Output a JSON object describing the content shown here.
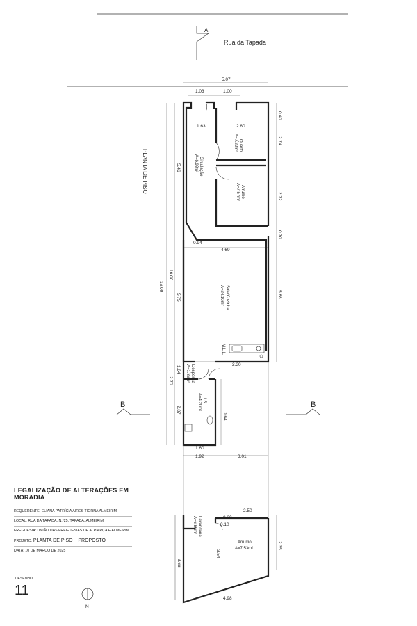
{
  "street": {
    "name": "Rua da Tapada",
    "marker": "A"
  },
  "plan_title": "PLANTA DE PISO",
  "section_marker": "B",
  "north_label": "N",
  "dimensions": {
    "total_width": "5.07",
    "top_left": "1.03",
    "top_right": "1.00",
    "right_top": "0.40",
    "quarto_width": "2.80",
    "circ_width": "1.63",
    "right_quarto": "2.74",
    "right_arrumo": "2.72",
    "right_wall": "0.70",
    "left_upper": "5.46",
    "total_length_inner": "16.00",
    "total_length_outer": "16.00",
    "sala_left": "0.94",
    "sala_width": "4.69",
    "sala_left_len": "5.75",
    "sala_right_len": "5.88",
    "bench_width": "2.30",
    "desp_len": "1.04",
    "lower_outer": "2.70",
    "ws_len": "2.87",
    "ws_side": "0.64",
    "ws_width": "1.60",
    "yard_left": "1.92",
    "yard_right": "3.01",
    "annex_top": "2.50",
    "annex_right": "2.35",
    "annex_left": "3.66",
    "annex_mid": "3.54",
    "annex_bottom": "4.98",
    "annex_small_a": "0.20",
    "annex_small_b": "0.10"
  },
  "rooms": {
    "quarto": {
      "name": "Quarto",
      "area": "A=7.22m²"
    },
    "circ": {
      "name": "Circulação",
      "area": "A=6.99m²"
    },
    "arrumo1": {
      "name": "Arrumo",
      "area": "A=7.57m²"
    },
    "sala": {
      "name": "Sala/Cozinha",
      "area": "A=24.10m²"
    },
    "mll": {
      "name": "M.L.L."
    },
    "desp": {
      "name": "Despensa",
      "area": "A=1.86m²"
    },
    "ws": {
      "name": "I.S.",
      "area": "A=4.20m²"
    },
    "lav": {
      "name": "Lavandaria",
      "area": "A=6.86m²"
    },
    "arrumo2": {
      "name": "Arrumo",
      "area": "A=7.53m²"
    }
  },
  "title_block": {
    "title": "LEGALIZAÇÃO DE ALTERAÇÕES EM MORADIA",
    "requerente": "REQUERENTE:  ELIANA PATRÍCIA AIRES TIORNA ALMEIRIM",
    "local": "LOCAL: RUA DA TAPADA, N.º25, TAPADA, ALMEIRIM",
    "freguesia": "FREGUESIA: UNIÃO DAS FREGUESIAS DE ALPIARÇA E ALMEIRIM",
    "projeto_label": "PROJETO:",
    "projeto_value": "PLANTA DE PISO _ PROPOSTO",
    "data": "DATA: 10 DE MARÇO DE 2025",
    "sheet_label": "DESENHO",
    "sheet_number": "11"
  }
}
